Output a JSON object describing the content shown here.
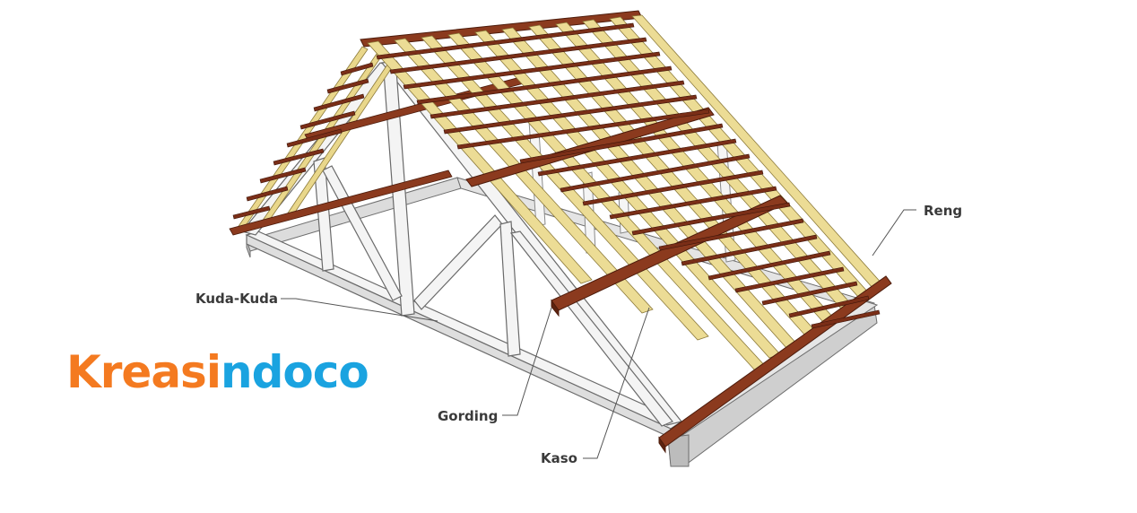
{
  "labels": {
    "kuda_kuda": "Kuda-Kuda",
    "gording": "Gording",
    "kaso": "Kaso",
    "reng": "Reng"
  },
  "logo": {
    "part_orange": "Kreasi",
    "part_blue": "ndoco",
    "orange_color": "#f47a20",
    "blue_color": "#1aa3e0"
  },
  "colors": {
    "truss": "#f2f2f2",
    "truss_stroke": "#6e6e6e",
    "concrete": "#d8d8d8",
    "gording": "#8b3a1e",
    "kaso": "#e9d78b",
    "reng": "#7a2e17"
  }
}
